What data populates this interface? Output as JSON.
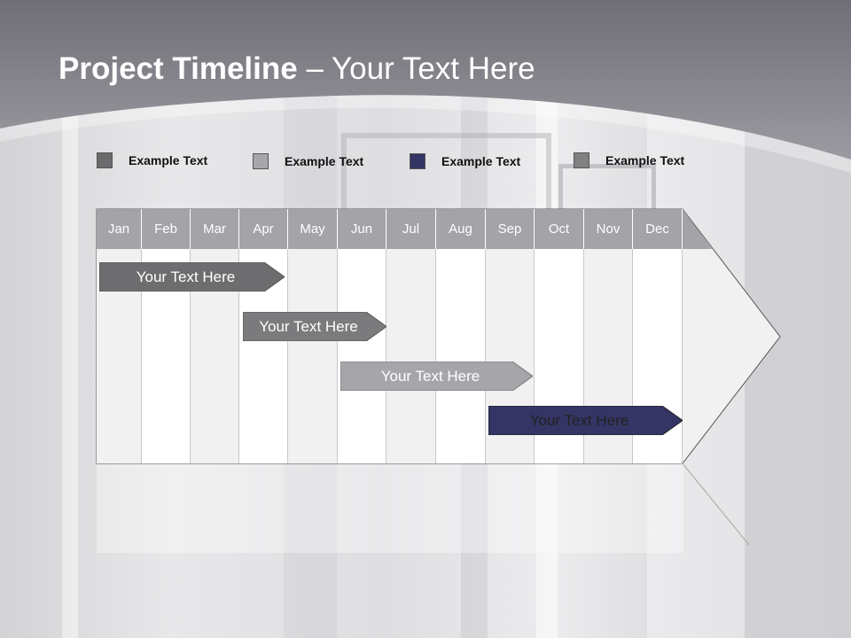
{
  "title": {
    "bold": "Project Timeline",
    "rest": " – Your Text Here"
  },
  "legend": [
    {
      "label": "Example Text",
      "color": "#6b6b6e"
    },
    {
      "label": "Example Text",
      "color": "#a7a7ab"
    },
    {
      "label": "Example Text",
      "color": "#343564"
    },
    {
      "label": "Example Text",
      "color": "#818184"
    }
  ],
  "months": [
    "Jan",
    "Feb",
    "Mar",
    "Apr",
    "May",
    "Jun",
    "Jul",
    "Aug",
    "Sep",
    "Oct",
    "Nov",
    "Dec"
  ],
  "tasks": [
    {
      "label": "Your  Text Here",
      "color": "#6d6d70"
    },
    {
      "label": "Your  Text Here",
      "color": "#7b7b7e"
    },
    {
      "label": "Your  Text Here",
      "color": "#a6a6aa"
    },
    {
      "label": "Your  Text Here",
      "color": "#343564"
    }
  ],
  "colors": {
    "header": "#8e8e95",
    "month_header": "#a3a3a8"
  }
}
